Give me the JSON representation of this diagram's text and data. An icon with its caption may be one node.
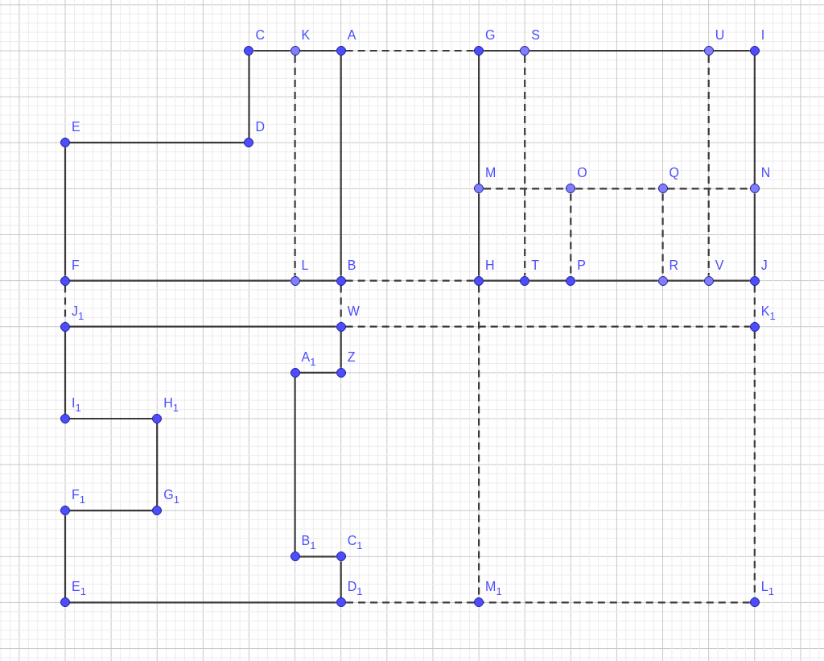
{
  "diagram": {
    "nodes": [
      {
        "text": [
          "C"
        ]
      },
      {
        "text": [
          "K"
        ]
      },
      {
        "text": [
          "A"
        ]
      },
      {
        "text": [
          "G"
        ]
      },
      {
        "text": [
          "S"
        ]
      },
      {
        "text": [
          "U"
        ]
      },
      {
        "text": [
          "I"
        ]
      },
      {
        "text": [
          "E"
        ]
      },
      {
        "text": [
          "D"
        ]
      },
      {
        "text": [
          "M"
        ]
      },
      {
        "text": [
          "O"
        ]
      },
      {
        "text": [
          "Q"
        ]
      },
      {
        "text": [
          "N"
        ]
      },
      {
        "text": [
          "F"
        ]
      },
      {
        "text": [
          "L"
        ]
      },
      {
        "text": [
          "B"
        ]
      },
      {
        "text": [
          "H"
        ]
      },
      {
        "text": [
          "T"
        ]
      },
      {
        "text": [
          "P"
        ]
      },
      {
        "text": [
          "R"
        ]
      },
      {
        "text": [
          "V"
        ]
      },
      {
        "text": [
          "J"
        ]
      },
      {
        "text": [
          "J$_{1}$"
        ]
      },
      {
        "text": [
          "W"
        ]
      },
      {
        "text": [
          "K$_{1}$"
        ]
      },
      {
        "text": [
          "A$_{1}$"
        ]
      },
      {
        "text": [
          "Z"
        ]
      },
      {
        "text": [
          "I$_{1}$"
        ]
      },
      {
        "text": [
          "H$_{1}$"
        ]
      },
      {
        "text": [
          "F$_{1}$"
        ]
      },
      {
        "text": [
          "G$_{1}$"
        ]
      },
      {
        "text": [
          "B$_{1}$"
        ]
      },
      {
        "text": [
          "C$_{1}$"
        ]
      },
      {
        "text": [
          "E$_{1}$"
        ]
      },
      {
        "text": [
          "D$_{1}$"
        ]
      },
      {
        "text": [
          "M$_{1}$"
        ]
      },
      {
        "text": [
          "L$_{1}$"
        ]
      }
    ],
    "edges": [
      {
        "from": 0,
        "to": 1,
        "arrow": "none"
      },
      {
        "from": 1,
        "to": 2,
        "arrow": "none"
      },
      {
        "from": 2,
        "to": 15,
        "arrow": "none"
      },
      {
        "from": 0,
        "to": 8,
        "arrow": "none"
      },
      {
        "from": 8,
        "to": 7,
        "arrow": "none"
      },
      {
        "from": 7,
        "to": 13,
        "arrow": "none"
      },
      {
        "from": 13,
        "to": 14,
        "arrow": "none"
      },
      {
        "from": 14,
        "to": 15,
        "arrow": "none"
      },
      {
        "from": 3,
        "to": 4,
        "arrow": "none"
      },
      {
        "from": 4,
        "to": 5,
        "arrow": "none"
      },
      {
        "from": 5,
        "to": 6,
        "arrow": "none"
      },
      {
        "from": 6,
        "to": 12,
        "arrow": "none"
      },
      {
        "from": 12,
        "to": 21,
        "arrow": "none"
      },
      {
        "from": 21,
        "to": 20,
        "arrow": "none"
      },
      {
        "from": 20,
        "to": 19,
        "arrow": "none"
      },
      {
        "from": 19,
        "to": 18,
        "arrow": "none"
      },
      {
        "from": 18,
        "to": 17,
        "arrow": "none"
      },
      {
        "from": 17,
        "to": 16,
        "arrow": "none"
      },
      {
        "from": 16,
        "to": 9,
        "arrow": "none"
      },
      {
        "from": 9,
        "to": 3,
        "arrow": "none"
      },
      {
        "from": 22,
        "to": 23,
        "arrow": "none"
      },
      {
        "from": 23,
        "to": 26,
        "arrow": "none"
      },
      {
        "from": 26,
        "to": 25,
        "arrow": "none"
      },
      {
        "from": 25,
        "to": 31,
        "arrow": "none"
      },
      {
        "from": 31,
        "to": 32,
        "arrow": "none"
      },
      {
        "from": 32,
        "to": 34,
        "arrow": "none"
      },
      {
        "from": 34,
        "to": 33,
        "arrow": "none"
      },
      {
        "from": 33,
        "to": 29,
        "arrow": "none"
      },
      {
        "from": 29,
        "to": 30,
        "arrow": "none"
      },
      {
        "from": 30,
        "to": 28,
        "arrow": "none"
      },
      {
        "from": 28,
        "to": 27,
        "arrow": "none"
      },
      {
        "from": 27,
        "to": 22,
        "arrow": "none"
      },
      {
        "from": 1,
        "to": 14,
        "arrow": "none",
        "style": "dashed"
      },
      {
        "from": 2,
        "to": 3,
        "arrow": "none",
        "style": "dashed"
      },
      {
        "from": 15,
        "to": 16,
        "arrow": "none",
        "style": "dashed"
      },
      {
        "from": 15,
        "to": 23,
        "arrow": "none",
        "style": "dashed"
      },
      {
        "from": 13,
        "to": 22,
        "arrow": "none",
        "style": "dashed"
      },
      {
        "from": 23,
        "to": 24,
        "arrow": "none",
        "style": "dashed"
      },
      {
        "from": 21,
        "to": 24,
        "arrow": "none",
        "style": "dashed"
      },
      {
        "from": 24,
        "to": 36,
        "arrow": "none",
        "style": "dashed"
      },
      {
        "from": 36,
        "to": 35,
        "arrow": "none",
        "style": "dashed"
      },
      {
        "from": 35,
        "to": 34,
        "arrow": "none",
        "style": "dashed"
      },
      {
        "from": 16,
        "to": 35,
        "arrow": "none",
        "style": "dashed"
      },
      {
        "from": 9,
        "to": 10,
        "arrow": "none",
        "style": "dashed"
      },
      {
        "from": 10,
        "to": 11,
        "arrow": "none",
        "style": "dashed"
      },
      {
        "from": 11,
        "to": 12,
        "arrow": "none",
        "style": "dashed"
      },
      {
        "from": 4,
        "to": 17,
        "arrow": "none",
        "style": "dashed"
      },
      {
        "from": 10,
        "to": 18,
        "arrow": "none",
        "style": "dashed"
      },
      {
        "from": 11,
        "to": 19,
        "arrow": "none",
        "style": "dashed"
      },
      {
        "from": 5,
        "to": 20,
        "arrow": "none",
        "style": "dashed"
      }
    ]
  }
}
